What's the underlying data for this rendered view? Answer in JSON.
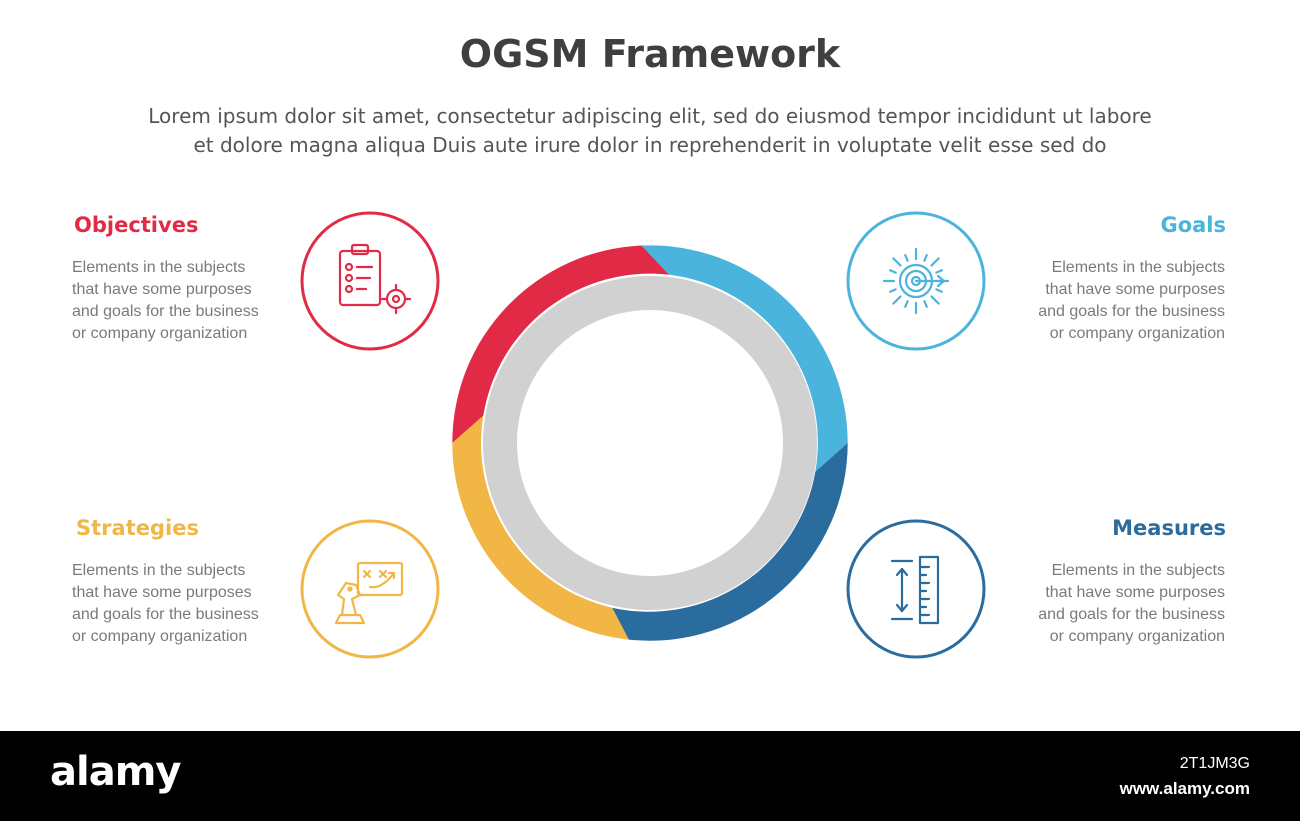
{
  "header": {
    "title": "OGSM Framework",
    "subtitle_lines": [
      "Lorem ipsum dolor sit amet, consectetur adipiscing elit, sed do eiusmod tempor incididunt ut labore",
      "et dolore magna aliqua Duis aute irure dolor in reprehenderit in voluptate velit esse sed do"
    ]
  },
  "items": [
    {
      "label": "Objectives",
      "color": "#e12b46",
      "icon": "clipboard-target-icon",
      "desc_lines": [
        "Elements in the subjects",
        "that have some purposes",
        "and goals for the  business",
        "or company organization"
      ]
    },
    {
      "label": "Goals",
      "color": "#4ab4dc",
      "icon": "target-arrow-icon",
      "desc_lines": [
        "Elements in the subjects",
        "that have some purposes",
        "and goals for the  business",
        "or company organization"
      ]
    },
    {
      "label": "Strategies",
      "color": "#f2b646",
      "icon": "chess-strategy-board-icon",
      "desc_lines": [
        "Elements in the subjects",
        "that have some purposes",
        "and goals for the  business",
        "or company organization"
      ]
    },
    {
      "label": "Measures",
      "color": "#2b6c9e",
      "icon": "ruler-measure-icon",
      "desc_lines": [
        "Elements in the subjects",
        "that have some purposes",
        "and goals for the  business",
        "or company organization"
      ]
    }
  ],
  "ring_colors": {
    "red": "#e12b46",
    "blue_light": "#4ab4dc",
    "blue_dark": "#2b6c9e",
    "yellow": "#f2b646"
  },
  "watermark": {
    "brand": "alamy",
    "image_code": "2T1JM3G",
    "site": "www.alamy.com"
  }
}
